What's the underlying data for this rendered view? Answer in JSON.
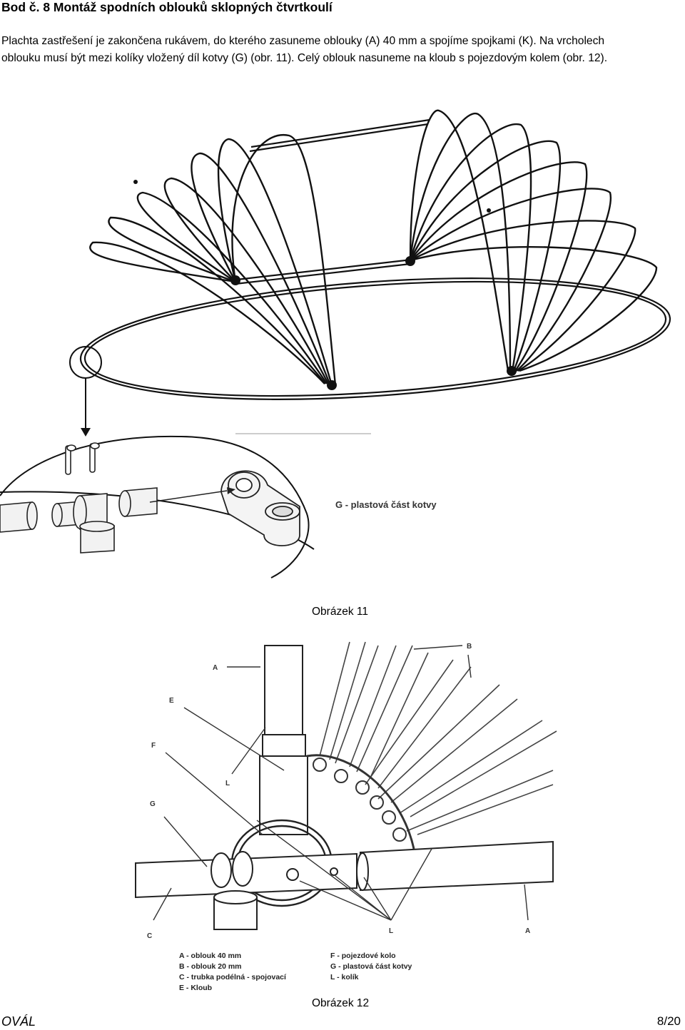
{
  "header": {
    "title": "Bod č. 8   Montáž spodních oblouků sklopných čtvrtkoulí"
  },
  "intro": {
    "line1": "Plachta zastřešení je zakončena rukávem, do kterého zasuneme oblouky (A) 40 mm a spojíme spojkami (K). Na vrcholech",
    "line2": "oblouku musí být mezi kolíky vložený díl kotvy (G) (obr. 11). Celý oblouk nasuneme na kloub s pojezdovým kolem (obr. 12)."
  },
  "figure11": {
    "caption": "Obrázek 11",
    "callout": "G -  plastová část kotvy"
  },
  "figure12": {
    "caption": "Obrázek 12",
    "labels": {
      "A": "A",
      "B": "B",
      "C": "C",
      "E": "E",
      "F": "F",
      "G": "G",
      "L": "L"
    },
    "legend_left": [
      "A  - oblouk 40 mm",
      "B  - oblouk 20 mm",
      "C  - trubka podélná - spojovací",
      "E  - Kloub"
    ],
    "legend_right": [
      "F  - pojezdové kolo",
      "G  - plastová část kotvy",
      "L  - kolík"
    ]
  },
  "footer": {
    "left": "OVÁL",
    "right": "8/20"
  }
}
